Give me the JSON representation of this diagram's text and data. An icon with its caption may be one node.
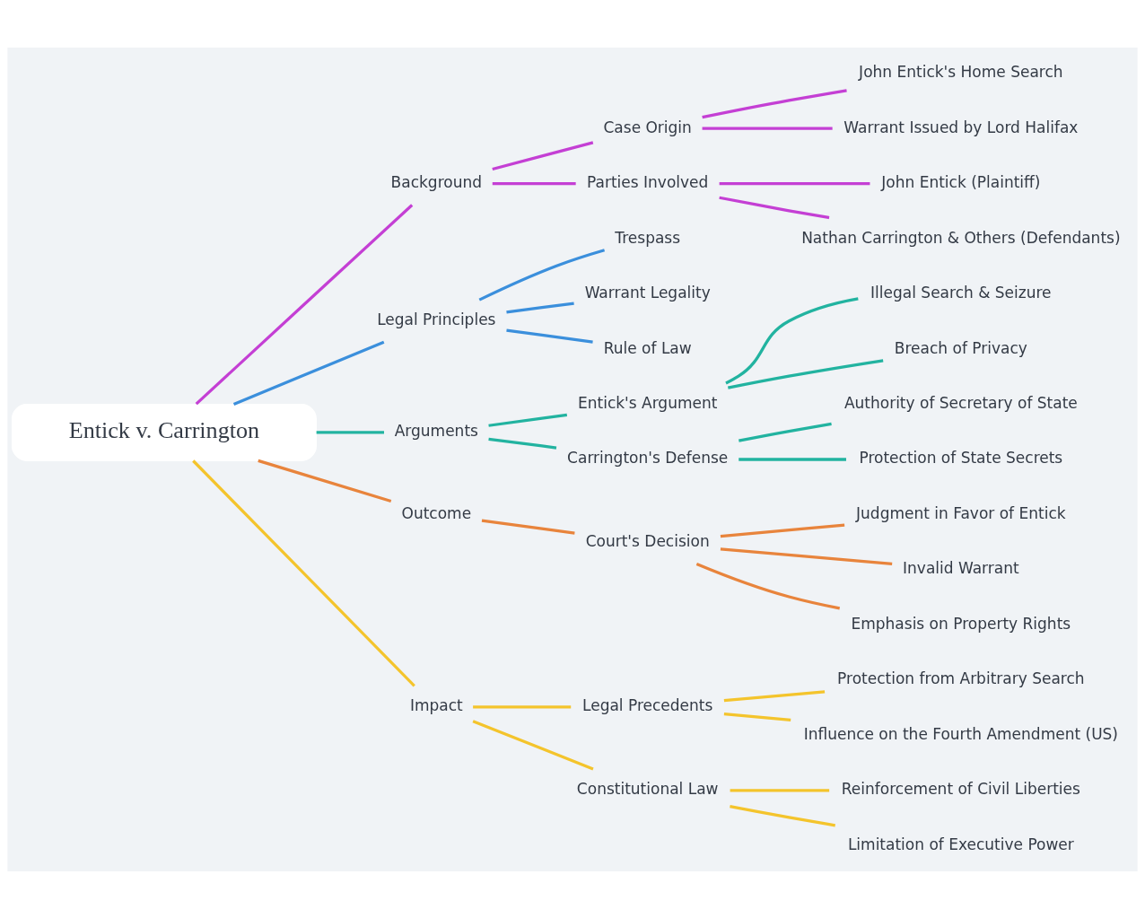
{
  "diagram": {
    "nodes": [
      {
        "text": [
          "Entick v. Carrington"
        ]
      },
      {
        "text": [
          "Background"
        ]
      },
      {
        "text": [
          "Case Origin"
        ]
      },
      {
        "text": [
          "John Entick's Home Search"
        ]
      },
      {
        "text": [
          "Warrant Issued by Lord Halifax"
        ]
      },
      {
        "text": [
          "Parties Involved"
        ]
      },
      {
        "text": [
          "John Entick (Plaintiff)"
        ]
      },
      {
        "text": [
          "Nathan Carrington & Others (Defendants)"
        ]
      },
      {
        "text": [
          "Legal Principles"
        ]
      },
      {
        "text": [
          "Trespass"
        ]
      },
      {
        "text": [
          "Warrant Legality"
        ]
      },
      {
        "text": [
          "Rule of Law"
        ]
      },
      {
        "text": [
          "Arguments"
        ]
      },
      {
        "text": [
          "Entick's Argument"
        ]
      },
      {
        "text": [
          "Illegal Search & Seizure"
        ]
      },
      {
        "text": [
          "Breach of Privacy"
        ]
      },
      {
        "text": [
          "Carrington's Defense"
        ]
      },
      {
        "text": [
          "Authority of Secretary of State"
        ]
      },
      {
        "text": [
          "Protection of State Secrets"
        ]
      },
      {
        "text": [
          "Outcome"
        ]
      },
      {
        "text": [
          "Court's Decision"
        ]
      },
      {
        "text": [
          "Judgment in Favor of Entick"
        ]
      },
      {
        "text": [
          "Invalid Warrant"
        ]
      },
      {
        "text": [
          "Emphasis on Property Rights"
        ]
      },
      {
        "text": [
          "Impact"
        ]
      },
      {
        "text": [
          "Legal Precedents"
        ]
      },
      {
        "text": [
          "Protection from Arbitrary Search"
        ]
      },
      {
        "text": [
          "Influence on the Fourth Amendment (US)"
        ]
      },
      {
        "text": [
          "Constitutional Law"
        ]
      },
      {
        "text": [
          "Reinforcement of Civil Liberties"
        ]
      },
      {
        "text": [
          "Limitation of Executive Power"
        ]
      }
    ],
    "edges": [
      {
        "from": 0,
        "to": 1,
        "arrow": "none",
        "color": "#c43fd4"
      },
      {
        "from": 1,
        "to": 2,
        "arrow": "none",
        "color": "#c43fd4"
      },
      {
        "from": 2,
        "to": 3,
        "arrow": "none",
        "color": "#c43fd4"
      },
      {
        "from": 2,
        "to": 4,
        "arrow": "none",
        "color": "#c43fd4"
      },
      {
        "from": 1,
        "to": 5,
        "arrow": "none",
        "color": "#c43fd4"
      },
      {
        "from": 5,
        "to": 6,
        "arrow": "none",
        "color": "#c43fd4"
      },
      {
        "from": 5,
        "to": 7,
        "arrow": "none",
        "color": "#c43fd4"
      },
      {
        "from": 0,
        "to": 8,
        "arrow": "none",
        "color": "#3b8fdc"
      },
      {
        "from": 8,
        "to": 9,
        "arrow": "none",
        "color": "#3b8fdc"
      },
      {
        "from": 8,
        "to": 10,
        "arrow": "none",
        "color": "#3b8fdc"
      },
      {
        "from": 8,
        "to": 11,
        "arrow": "none",
        "color": "#3b8fdc"
      },
      {
        "from": 0,
        "to": 12,
        "arrow": "none",
        "color": "#22b3a0"
      },
      {
        "from": 12,
        "to": 13,
        "arrow": "none",
        "color": "#22b3a0"
      },
      {
        "from": 13,
        "to": 14,
        "arrow": "none",
        "color": "#22b3a0"
      },
      {
        "from": 13,
        "to": 15,
        "arrow": "none",
        "color": "#22b3a0"
      },
      {
        "from": 12,
        "to": 16,
        "arrow": "none",
        "color": "#22b3a0"
      },
      {
        "from": 16,
        "to": 17,
        "arrow": "none",
        "color": "#22b3a0"
      },
      {
        "from": 16,
        "to": 18,
        "arrow": "none",
        "color": "#22b3a0"
      },
      {
        "from": 0,
        "to": 19,
        "arrow": "none",
        "color": "#e8843c"
      },
      {
        "from": 19,
        "to": 20,
        "arrow": "none",
        "color": "#e8843c"
      },
      {
        "from": 20,
        "to": 21,
        "arrow": "none",
        "color": "#e8843c"
      },
      {
        "from": 20,
        "to": 22,
        "arrow": "none",
        "color": "#e8843c"
      },
      {
        "from": 20,
        "to": 23,
        "arrow": "none",
        "color": "#e8843c"
      },
      {
        "from": 0,
        "to": 24,
        "arrow": "none",
        "color": "#f4c42c"
      },
      {
        "from": 24,
        "to": 25,
        "arrow": "none",
        "color": "#f4c42c"
      },
      {
        "from": 25,
        "to": 26,
        "arrow": "none",
        "color": "#f4c42c"
      },
      {
        "from": 25,
        "to": 27,
        "arrow": "none",
        "color": "#f4c42c"
      },
      {
        "from": 24,
        "to": 28,
        "arrow": "none",
        "color": "#f4c42c"
      },
      {
        "from": 28,
        "to": 29,
        "arrow": "none",
        "color": "#f4c42c"
      },
      {
        "from": 28,
        "to": 30,
        "arrow": "none",
        "color": "#f4c42c"
      }
    ]
  }
}
